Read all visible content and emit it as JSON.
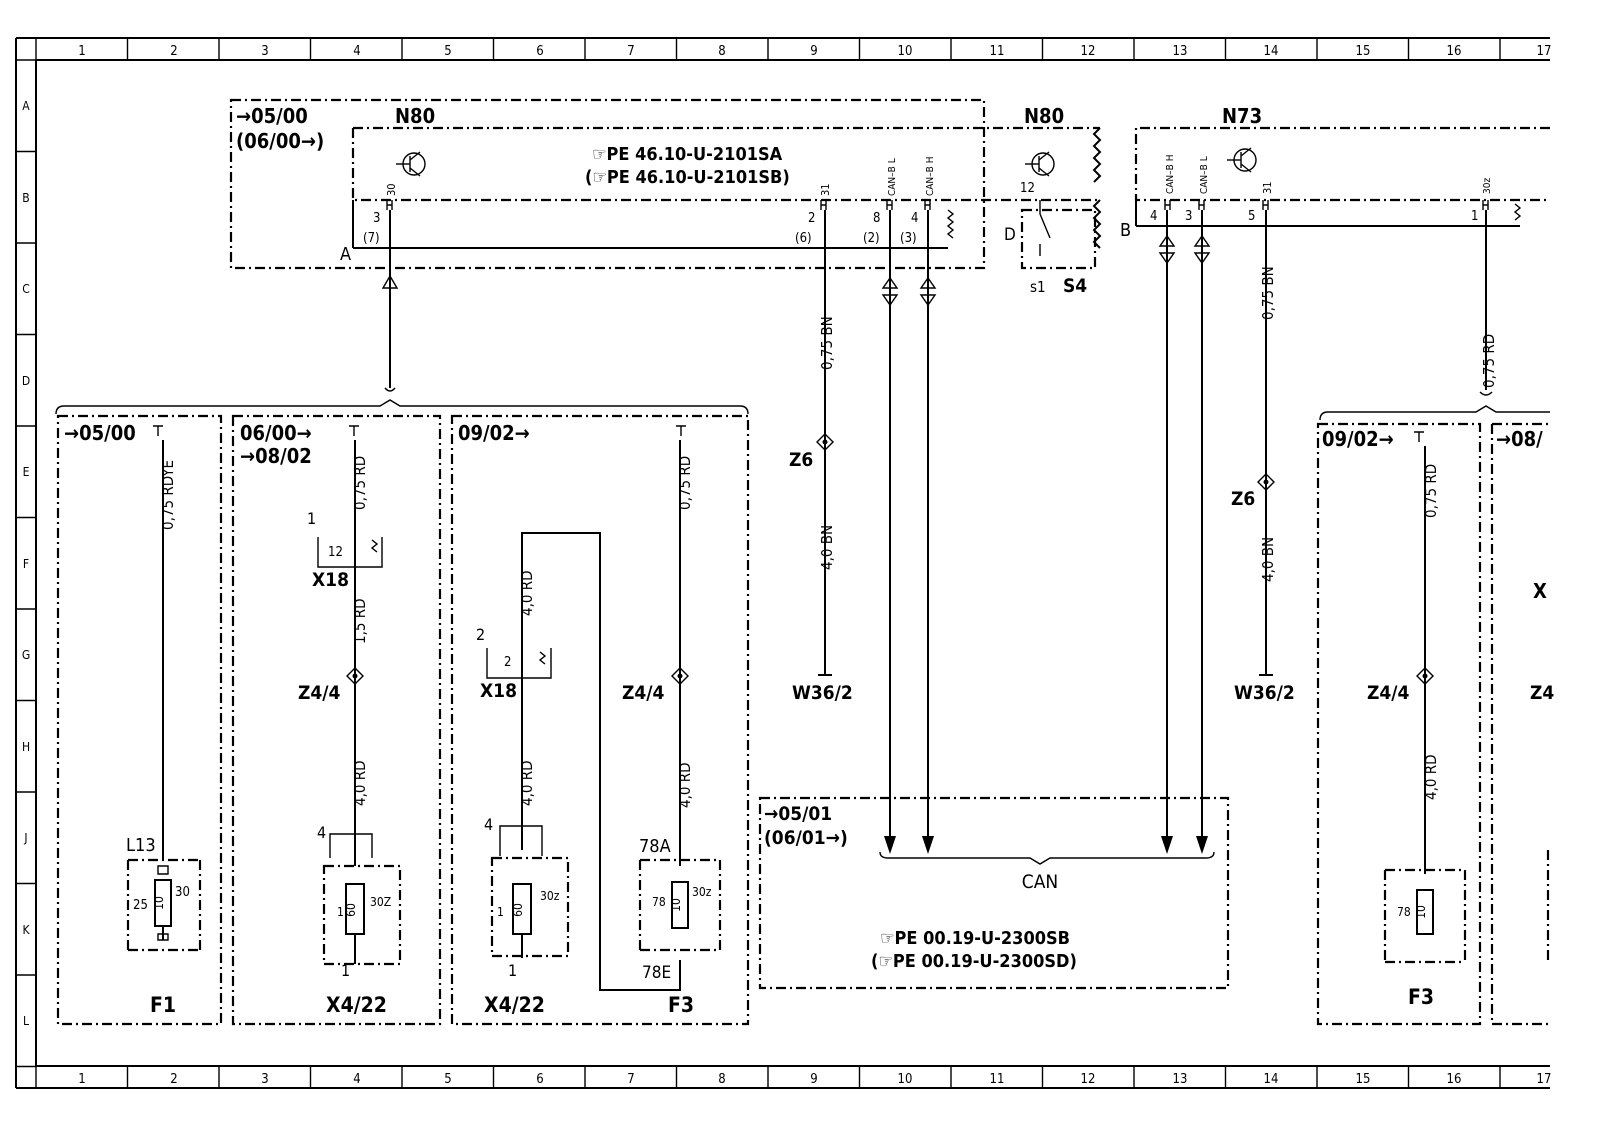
{
  "grid": {
    "columns": [
      "1",
      "2",
      "3",
      "4",
      "5",
      "6",
      "7",
      "8",
      "9",
      "10",
      "11",
      "12",
      "13",
      "14",
      "15",
      "16",
      "17"
    ],
    "rows": [
      "A",
      "B",
      "C",
      "D",
      "E",
      "F",
      "G",
      "H",
      "J",
      "K",
      "L"
    ]
  },
  "modules": {
    "n80_left": {
      "name": "N80",
      "date1": "→05/00",
      "date2": "(06/00→)",
      "ref1": "☞PE  46.10-U-2101SA",
      "ref2": "(☞PE  46.10-U-2101SB)",
      "node": "A"
    },
    "n80_right": {
      "name": "N80",
      "pin": "12",
      "switch_name": "S4",
      "switch_pin": "s1",
      "node": "D"
    },
    "n73": {
      "name": "N73",
      "node": "B"
    }
  },
  "pins": {
    "p30": "30",
    "p3": "3",
    "p7": "(7)",
    "p31a": "31",
    "p2": "2",
    "p6": "(6)",
    "canl_a": "CAN–B L",
    "p8": "8",
    "p2b": "(2)",
    "canh_a": "CAN–B H",
    "p4": "4",
    "p3b": "(3)",
    "n73_canh": "CAN–B H",
    "n73_p4": "4",
    "n73_canl": "CAN–B L",
    "n73_p3": "3",
    "n73_31": "31",
    "n73_p5": "5",
    "n73_30z": "30z",
    "n73_p1": "1"
  },
  "wires": {
    "w1": "0,75  BN",
    "w2": "4,0  BN",
    "w3": "0,75  BN",
    "w4": "4,0  BN",
    "w5": "0,75  RD",
    "f1_w": "0,75  RDYE",
    "s2_w1": "0,75  RD",
    "s2_w2": "1,5  RD",
    "s2_w3": "4,0  RD",
    "s3_w1": "4,0  RD",
    "s3_w2": "4,0  RD",
    "s3_w3": "0,75  RD",
    "s3_w4": "4,0  RD",
    "s4_w1": "0,75  RD",
    "s4_w2": "4,0  RD"
  },
  "grounds": {
    "z6a": "Z6",
    "z6b": "Z6",
    "w36a": "W36/2",
    "w36b": "W36/2"
  },
  "sections": {
    "s1": {
      "date": "→05/00",
      "fuse_label": "L13",
      "pin_left": "25",
      "fuse_val": "10",
      "pin_right": "30",
      "name": "F1"
    },
    "s2": {
      "date1": "06/00→",
      "date2": "→08/02",
      "pin1": "1",
      "conn_pin": "12",
      "conn": "X18",
      "splice": "Z4/4",
      "pin4": "4",
      "fuse_left": "1",
      "fuse_val": "60",
      "fuse_right": "30Z",
      "pin_bottom": "1",
      "name": "X4/22"
    },
    "s3": {
      "date": "09/02→",
      "pin2": "2",
      "conn_pin": "2",
      "conn": "X18",
      "pin4": "4",
      "fuse_left": "1",
      "fuse_val": "60",
      "fuse_right": "30z",
      "pin_bottom": "1",
      "name": "X4/22",
      "splice": "Z4/4",
      "f3_top": "78A",
      "f3_left": "78",
      "f3_val": "10",
      "f3_right": "30z",
      "f3_bottom": "78E",
      "f3_name": "F3"
    },
    "s4": {
      "date": "09/02→",
      "splice": "Z4/4",
      "fuse_left": "78",
      "fuse_val": "10",
      "name": "F3"
    },
    "s5": {
      "date": "→08/",
      "splice_partial": "Z4",
      "conn_partial": "X"
    }
  },
  "can": {
    "date1": "→05/01",
    "date2": "(06/01→)",
    "label": "CAN",
    "ref1": "☞PE  00.19-U-2300SB",
    "ref2": "(☞PE  00.19-U-2300SD)"
  }
}
